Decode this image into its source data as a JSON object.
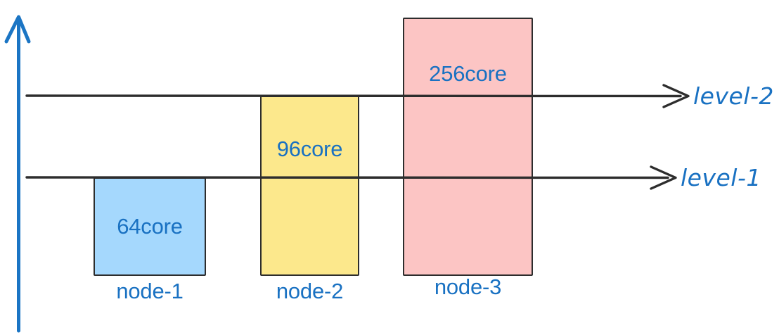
{
  "chart_data": {
    "type": "bar",
    "title": "",
    "xlabel": "",
    "ylabel": "",
    "categories": [
      "node-1",
      "node-2",
      "node-3"
    ],
    "values": [
      64,
      96,
      256
    ],
    "value_labels": [
      "64core",
      "96core",
      "256core"
    ],
    "series": [
      {
        "name": "cores",
        "values": [
          64,
          96,
          256
        ]
      }
    ],
    "grid": false,
    "legend_position": "none",
    "annotations": [
      {
        "name": "level-1",
        "type": "threshold-line",
        "value": 64
      },
      {
        "name": "level-2",
        "type": "threshold-line",
        "value": 96
      }
    ]
  },
  "axis": {
    "vertical_arrow": "y-axis-arrow",
    "color": "#1b75c4"
  },
  "levels": [
    {
      "id": "level-2",
      "label": "level-2",
      "line_color": "#2d2d2d",
      "label_color": "#1971c2"
    },
    {
      "id": "level-1",
      "label": "level-1",
      "line_color": "#2d2d2d",
      "label_color": "#1971c2"
    }
  ],
  "bars": [
    {
      "id": "node-1",
      "value_label": "64core",
      "node_label": "node-1",
      "fill": "#a5d8fd",
      "stroke": "#2d2d2d",
      "text_color": "#1971c2"
    },
    {
      "id": "node-2",
      "value_label": "96core",
      "node_label": "node-2",
      "fill": "#fce88c",
      "stroke": "#2d2d2d",
      "text_color": "#1971c2"
    },
    {
      "id": "node-3",
      "value_label": "256core",
      "node_label": "node-3",
      "fill": "#fcc5c4",
      "stroke": "#2d2d2d",
      "text_color": "#1971c2"
    }
  ]
}
